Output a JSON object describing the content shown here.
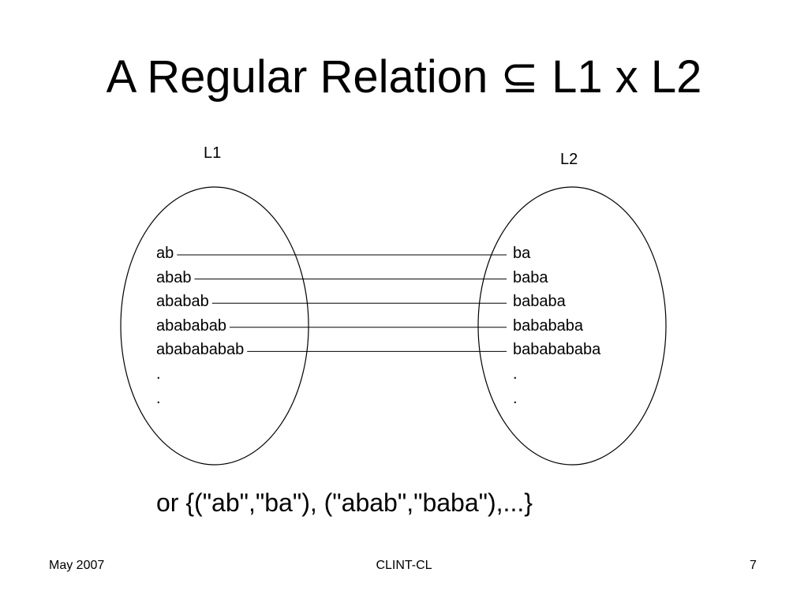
{
  "title": {
    "prefix": "A Regular Relation ",
    "symbol": "⊆",
    "suffix": " L1 x L2"
  },
  "sets": {
    "left": {
      "label": "L1",
      "items": [
        "ab",
        "abab",
        "ababab",
        "abababab",
        "ababababab",
        ".",
        "."
      ]
    },
    "right": {
      "label": "L2",
      "items": [
        "ba",
        "baba",
        "bababa",
        "babababa",
        "bababababa",
        ".",
        "."
      ]
    }
  },
  "relation_text": "or {(\"ab\",\"ba\"), (\"abab\",\"baba\"),...}",
  "footer": {
    "date": "May 2007",
    "center": "CLINT-CL",
    "page": "7"
  }
}
